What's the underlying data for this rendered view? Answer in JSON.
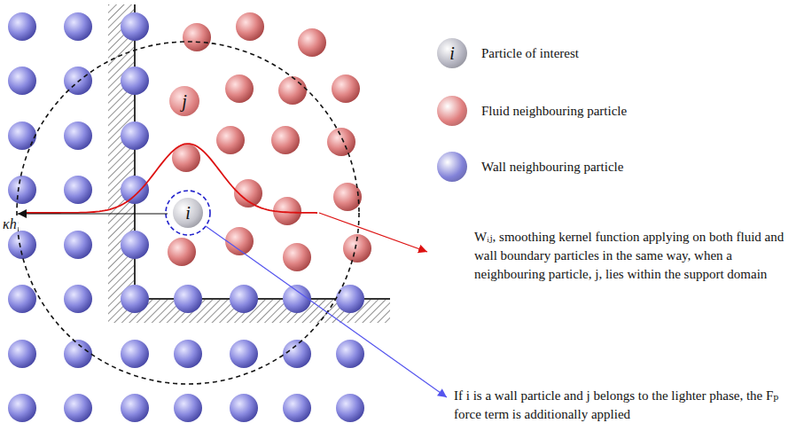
{
  "diagram": {
    "nodes": [
      {
        "text": [
          "j"
        ]
      },
      {
        "text": [
          "i"
        ]
      }
    ],
    "labels": [
      "i",
      "κh",
      "Wᵢⱼ, smoothing kernel function applying on both fluid and wall boundary particles in the same way, when a neighbouring particle, j, lies within the support domain",
      "If i is a wall particle and j belongs to the lighter phase, the Fₚ force term is additionally applied"
    ],
    "legend": [
      {
        "text": "Particle of interest",
        "color": "#b4b4c0"
      },
      {
        "text": "Fluid neighbouring particle",
        "color": "#e07f7f"
      },
      {
        "text": "Wall neighbouring particle",
        "color": "#8282d8"
      }
    ]
  }
}
